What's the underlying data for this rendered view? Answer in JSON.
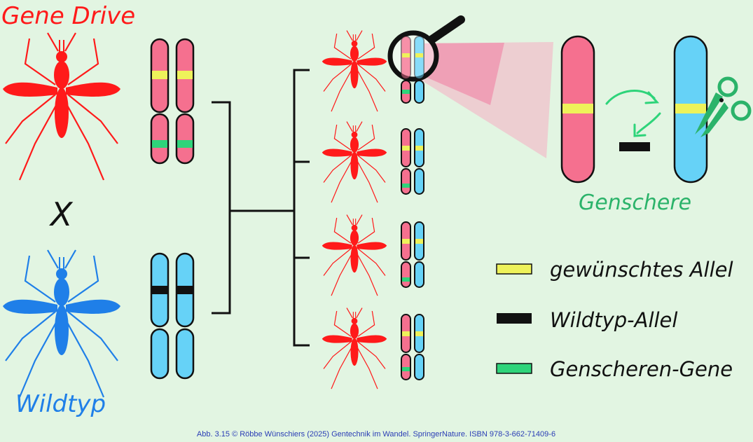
{
  "labels": {
    "gene_drive": "Gene Drive",
    "wildtyp": "Wildtyp",
    "cross": "X",
    "genschere": "Genschere"
  },
  "legend": [
    {
      "label": "gewünschtes Allel",
      "color": "#eef25a"
    },
    {
      "label": "Wildtyp-Allel",
      "color": "#111111"
    },
    {
      "label": "Genscheren-Gene",
      "color": "#2ed47a"
    }
  ],
  "caption": "Abb. 3.15 © Röbbe Wünschiers (2025) Gentechnik im Wandel. SpringerNature. ISBN 978-3-662-71409-6",
  "colors": {
    "background": "#e2f5e2",
    "gene_drive": "#ff1a1a",
    "wildtyp": "#1f7fe8",
    "chromosome_pink": "#f5708f",
    "chromosome_blue": "#66d2f7",
    "desired_allele": "#eef25a",
    "wild_allele": "#111111",
    "scissor_gene": "#2ed47a",
    "scissors": "#2bb36a"
  },
  "icons": {
    "mosquito": "mosquito-icon",
    "magnifier": "magnifier-icon",
    "scissors": "scissors-icon"
  }
}
